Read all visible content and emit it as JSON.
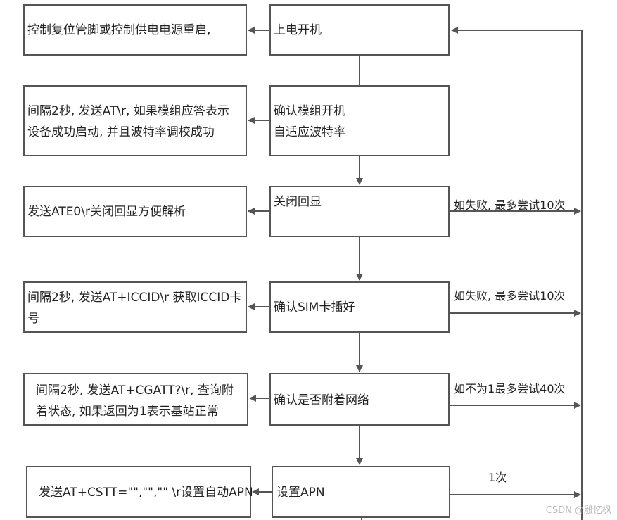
{
  "steps": [
    {
      "main": [
        "上电开机"
      ],
      "note": [
        "控制复位管脚或控制供电电源重启,"
      ]
    },
    {
      "main": [
        "确认模组开机",
        "自适应波特率"
      ],
      "note": [
        "间隔2秒, 发送AT\\r, 如果模组应答表示",
        "设备成功启动, 并且波特率调校成功"
      ]
    },
    {
      "main": [
        "关闭回显"
      ],
      "note": [
        "发送ATE0\\r关闭回显方便解析"
      ]
    },
    {
      "main": [
        "确认SIM卡插好"
      ],
      "note": [
        "间隔2秒, 发送AT+ICCID\\r 获取ICCID卡",
        "号"
      ]
    },
    {
      "main": [
        "确认是否附着网络"
      ],
      "note": [
        "间隔2秒, 发送AT+CGATT?\\r, 查询附",
        "着状态, 如果返回为1表示基站正常"
      ]
    },
    {
      "main": [
        "设置APN"
      ],
      "note": [
        "发送AT+CSTT=\"\",\"\",\"\" \\r设置自动APN"
      ]
    }
  ],
  "retry_labels": [
    "如失败, 最多尝试10次",
    "如失败, 最多尝试10次",
    "如不为1最多尝试40次",
    "1次"
  ],
  "watermark": "CSDN @殷忆枫"
}
